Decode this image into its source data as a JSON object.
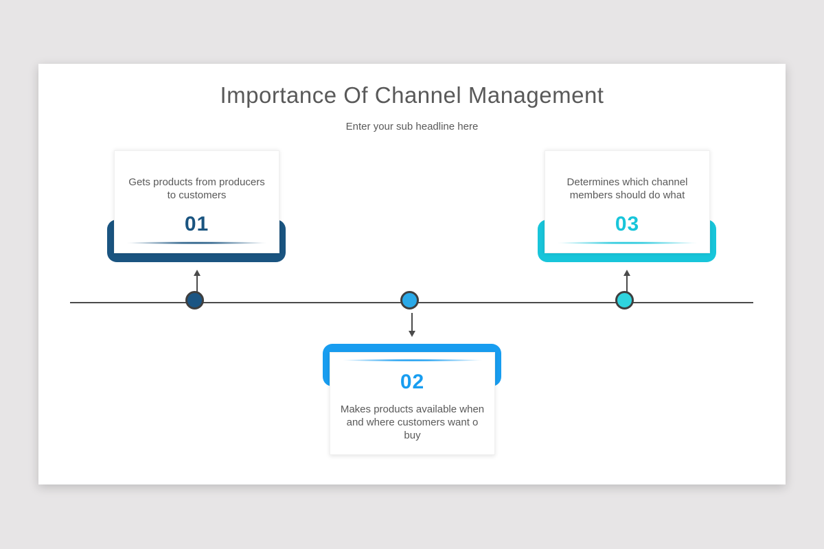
{
  "slide": {
    "title": "Importance Of Channel Management",
    "subtitle": "Enter your sub headline here"
  },
  "steps": [
    {
      "number": "01",
      "text": "Gets products from producers to customers",
      "accent_color": "#1a5480",
      "node_color": "#1b5583",
      "card_position": "above-timeline"
    },
    {
      "number": "02",
      "text": "Makes products available when and where customers want o buy",
      "accent_color": "#189df0",
      "node_color": "#2aa9e8",
      "card_position": "below-timeline"
    },
    {
      "number": "03",
      "text": "Determines which channel members should do what",
      "accent_color": "#18c5da",
      "node_color": "#2fd4de",
      "card_position": "above-timeline"
    }
  ],
  "colors": {
    "step1": "#1a5480",
    "step2": "#189df0",
    "step3": "#18c5da",
    "node1": "#1b5583",
    "node2": "#2aa9e8",
    "node3": "#2fd4de",
    "line": "#4a4a4a",
    "text": "#595959",
    "bg": "#e7e5e6"
  }
}
